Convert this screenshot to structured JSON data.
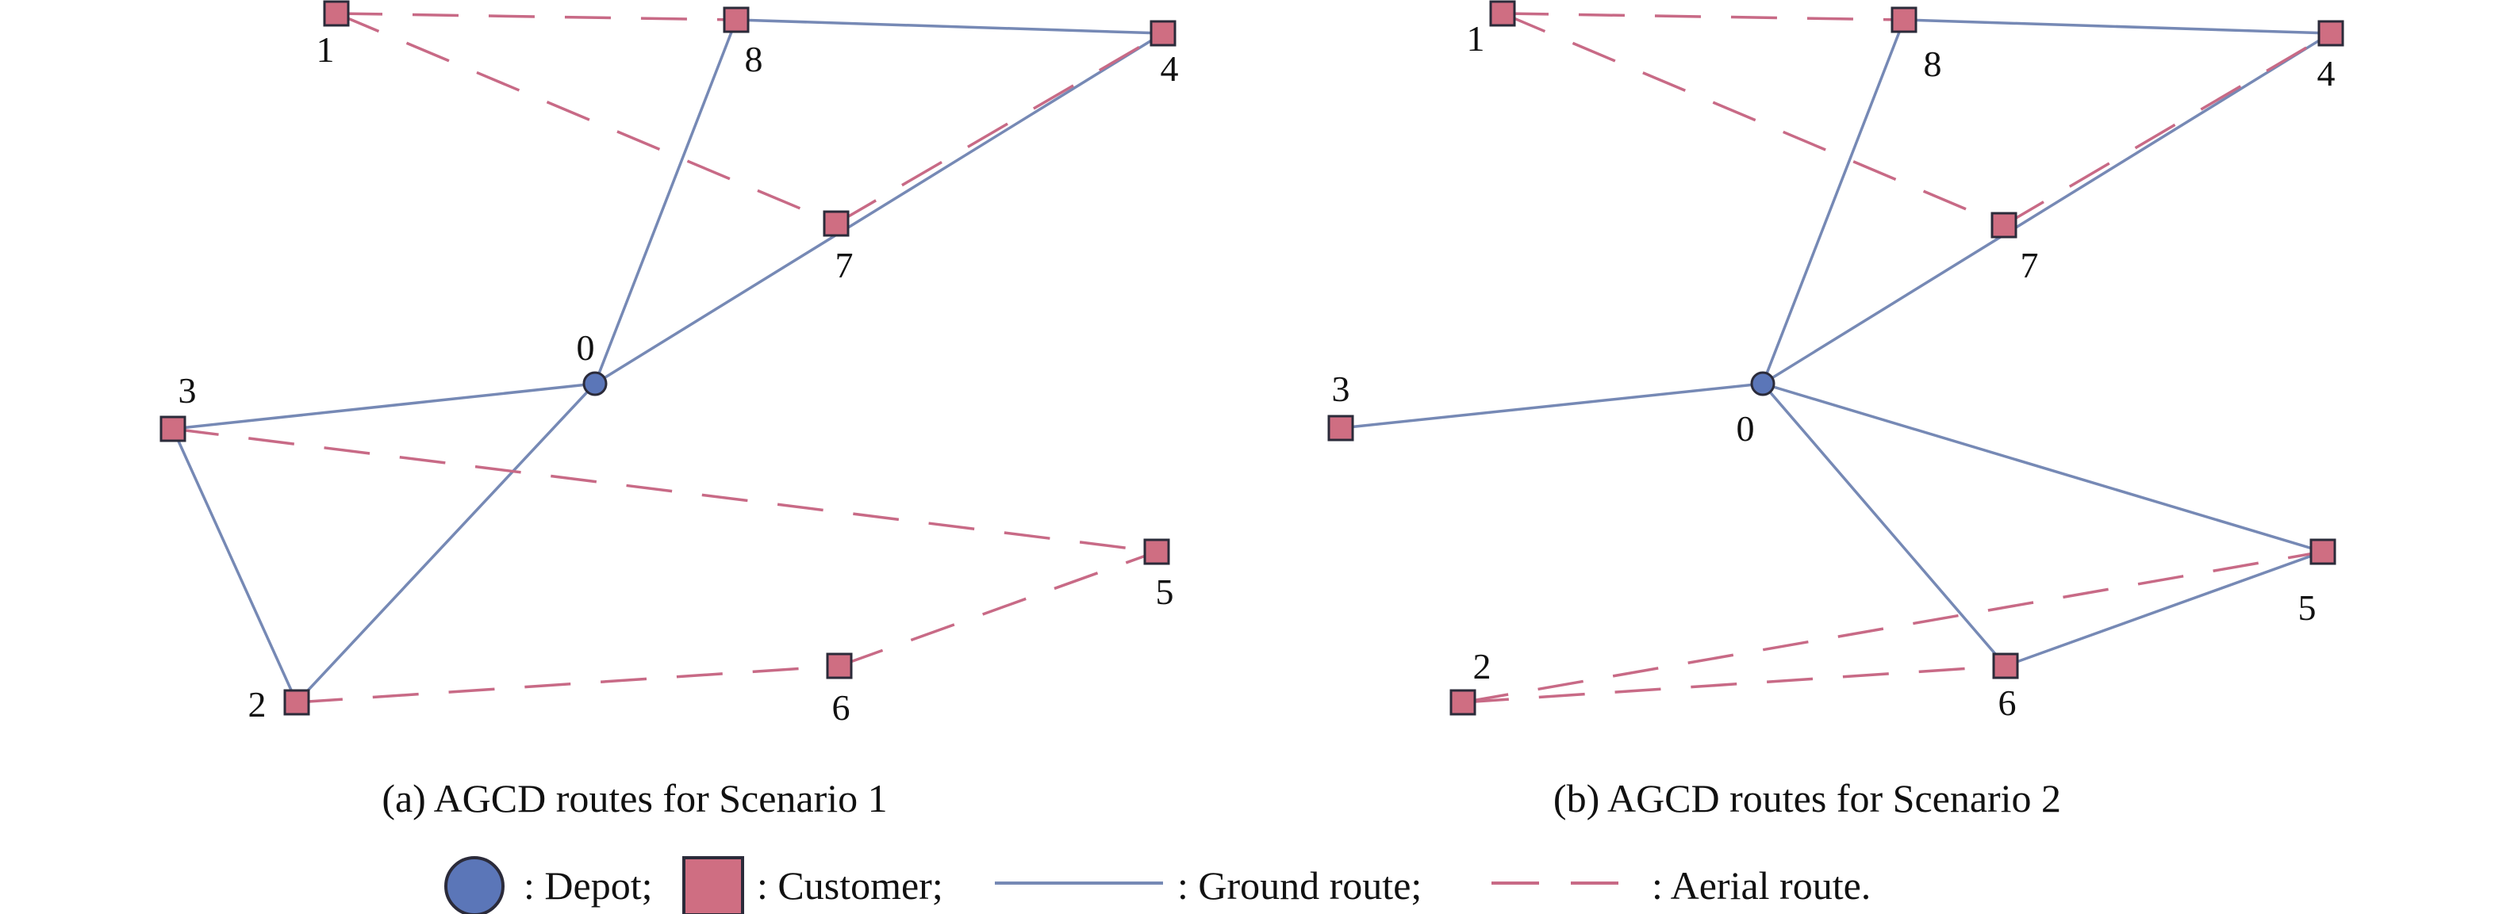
{
  "colors": {
    "ground": "#7689b5",
    "aerial": "#c86a86",
    "depot_fill": "#5b76b8",
    "customer_fill": "#cf6e82",
    "outline": "#2b2b3a"
  },
  "panels": [
    {
      "id": "a",
      "caption": "(a) AGCD routes for Scenario 1",
      "nodes": [
        {
          "id": "0",
          "type": "depot",
          "label": "0"
        },
        {
          "id": "1",
          "type": "customer",
          "label": "1"
        },
        {
          "id": "2",
          "type": "customer",
          "label": "2"
        },
        {
          "id": "3",
          "type": "customer",
          "label": "3"
        },
        {
          "id": "4",
          "type": "customer",
          "label": "4"
        },
        {
          "id": "5",
          "type": "customer",
          "label": "5"
        },
        {
          "id": "6",
          "type": "customer",
          "label": "6"
        },
        {
          "id": "7",
          "type": "customer",
          "label": "7"
        },
        {
          "id": "8",
          "type": "customer",
          "label": "8"
        }
      ],
      "ground_routes": [
        [
          "0",
          "8"
        ],
        [
          "8",
          "4"
        ],
        [
          "4",
          "0"
        ],
        [
          "0",
          "3"
        ],
        [
          "3",
          "2"
        ],
        [
          "2",
          "0"
        ]
      ],
      "aerial_routes": [
        [
          "1",
          "8"
        ],
        [
          "1",
          "7"
        ],
        [
          "7",
          "4"
        ],
        [
          "3",
          "5"
        ],
        [
          "2",
          "6"
        ],
        [
          "6",
          "5"
        ]
      ]
    },
    {
      "id": "b",
      "caption": "(b) AGCD routes for Scenario 2",
      "nodes": [
        {
          "id": "0",
          "type": "depot",
          "label": "0"
        },
        {
          "id": "1",
          "type": "customer",
          "label": "1"
        },
        {
          "id": "2",
          "type": "customer",
          "label": "2"
        },
        {
          "id": "3",
          "type": "customer",
          "label": "3"
        },
        {
          "id": "4",
          "type": "customer",
          "label": "4"
        },
        {
          "id": "5",
          "type": "customer",
          "label": "5"
        },
        {
          "id": "6",
          "type": "customer",
          "label": "6"
        },
        {
          "id": "7",
          "type": "customer",
          "label": "7"
        },
        {
          "id": "8",
          "type": "customer",
          "label": "8"
        }
      ],
      "ground_routes": [
        [
          "0",
          "8"
        ],
        [
          "8",
          "4"
        ],
        [
          "4",
          "0"
        ],
        [
          "0",
          "3"
        ],
        [
          "0",
          "5"
        ],
        [
          "0",
          "6"
        ],
        [
          "6",
          "5"
        ]
      ],
      "aerial_routes": [
        [
          "1",
          "8"
        ],
        [
          "1",
          "7"
        ],
        [
          "7",
          "4"
        ],
        [
          "2",
          "5"
        ],
        [
          "2",
          "6"
        ]
      ]
    }
  ],
  "legend": {
    "depot": ": Depot;",
    "customer": ": Customer;",
    "ground": ": Ground route;",
    "aerial": ": Aerial route."
  }
}
